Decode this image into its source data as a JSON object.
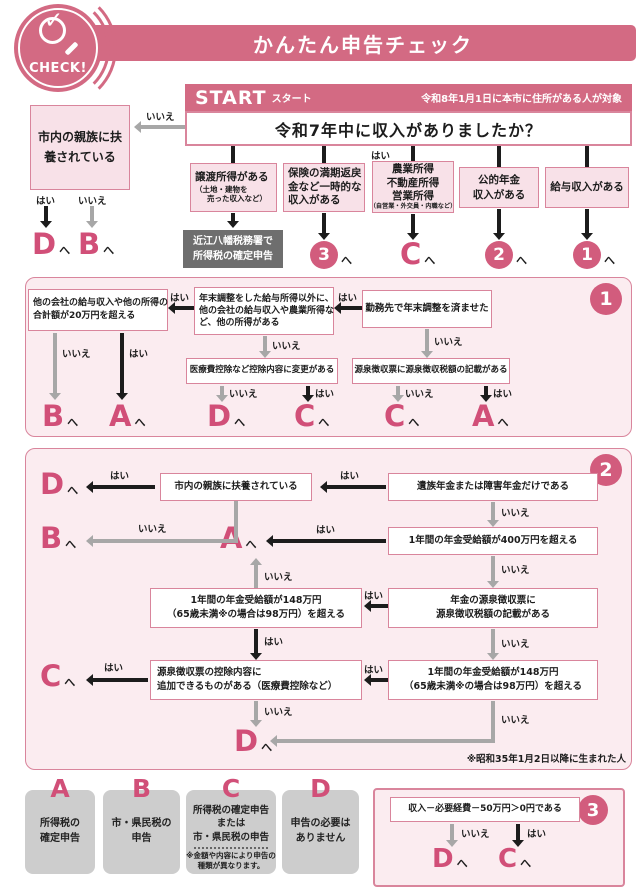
{
  "colors": {
    "pink_banner": "#d36a83",
    "accent_letter": "#d14f78",
    "badge_circle": "#d25c7d",
    "panel_bg": "#fbecf0",
    "light_box_bg": "#f8e1e8",
    "box_border": "#d9859c",
    "legend_gray": "#cdcdcd",
    "dark_box": "#6e6e6e",
    "arrow_black": "#1c1c1c",
    "arrow_gray": "#a7a7a7"
  },
  "header": {
    "badge": "CHECK!",
    "title": "かんたん申告チェック"
  },
  "start": {
    "label": "START",
    "kana": "スタート",
    "audience": "令和8年1月1日に本市に住所がある人が対象",
    "question": "令和7年中に収入がありましたか？"
  },
  "labels": {
    "yes": "はい",
    "no": "いいえ",
    "to": "へ"
  },
  "top": {
    "dependent": "市内の親族に扶養されている",
    "dep_yes": "D",
    "dep_no": "B",
    "b1": {
      "l1": "譲渡所得がある",
      "s1": "（土地・建物を",
      "s2": "売った収入など）",
      "dest1": "近江八幡税務署で",
      "dest2": "所得税の確定申告"
    },
    "b2": {
      "l1": "保険の満期返戻",
      "l2": "金など一時的な",
      "l3": "収入がある",
      "dest": "3"
    },
    "b3": {
      "l1": "農業所得",
      "l2": "不動産所得",
      "l3": "営業所得",
      "s1": "（自営業・外交員・内職など）",
      "dest": "C"
    },
    "b4": {
      "l1": "公的年金",
      "l2": "収入がある",
      "dest": "2"
    },
    "b5": {
      "l1": "給与収入がある",
      "dest": "1"
    }
  },
  "s1": {
    "badge": "1",
    "q_nencho": "勤務先で年末調整を済ませた",
    "q_other": {
      "l1": "年末調整をした給与所得以外に、",
      "l2": "他の会社の給与収入や農業所得な",
      "l3": "ど、他の所得がある"
    },
    "q_20man": {
      "l1": "他の会社の給与収入や他の所得の",
      "l2": "合計額が20万円を超える"
    },
    "q_iryohi": "医療費控除など控除内容に変更がある",
    "q_gensen": "源泉徴収票に源泉徴収税額の記載がある",
    "t1": "B",
    "t2": "A",
    "t3": "D",
    "t4": "C",
    "t5": "C",
    "t6": "A"
  },
  "s2": {
    "badge": "2",
    "q_izoku": "遺族年金または障害年金だけである",
    "q_fuyou": "市内の親族に扶養されている",
    "q_400": "1年間の年金受給額が400万円を超える",
    "q_gensen": {
      "l1": "年金の源泉徴収票に",
      "l2": "源泉徴収税額の記載がある"
    },
    "q_148a": {
      "l1": "1年間の年金受給額が148万円",
      "l2": "（65歳未満※の場合は98万円）を超える"
    },
    "q_koujo": {
      "l1": "源泉徴収票の控除内容に",
      "l2": "追加できるものがある（医療費控除など）"
    },
    "q_148b": {
      "l1": "1年間の年金受給額が148万円",
      "l2": "（65歳未満※の場合は98万円）を超える"
    },
    "note": "※昭和35年1月2日以降に生まれた人",
    "tD1": "D",
    "tB": "B",
    "tA": "A",
    "tC": "C",
    "tD2": "D"
  },
  "s3": {
    "badge": "3",
    "q": "収入－必要経費－50万円＞0円である",
    "t_no": "D",
    "t_yes": "C"
  },
  "legend": [
    {
      "letter": "A",
      "l1": "所得税の",
      "l2": "確定申告"
    },
    {
      "letter": "B",
      "l1": "市・県民税の",
      "l2": "申告"
    },
    {
      "letter": "C",
      "l1": "所得税の確定申告",
      "l2": "または",
      "l3": "市・県民税の申告",
      "n1": "※金額や内容により申告の",
      "n2": "種類が異なります。"
    },
    {
      "letter": "D",
      "l1": "申告の必要は",
      "l2": "ありません"
    }
  ]
}
